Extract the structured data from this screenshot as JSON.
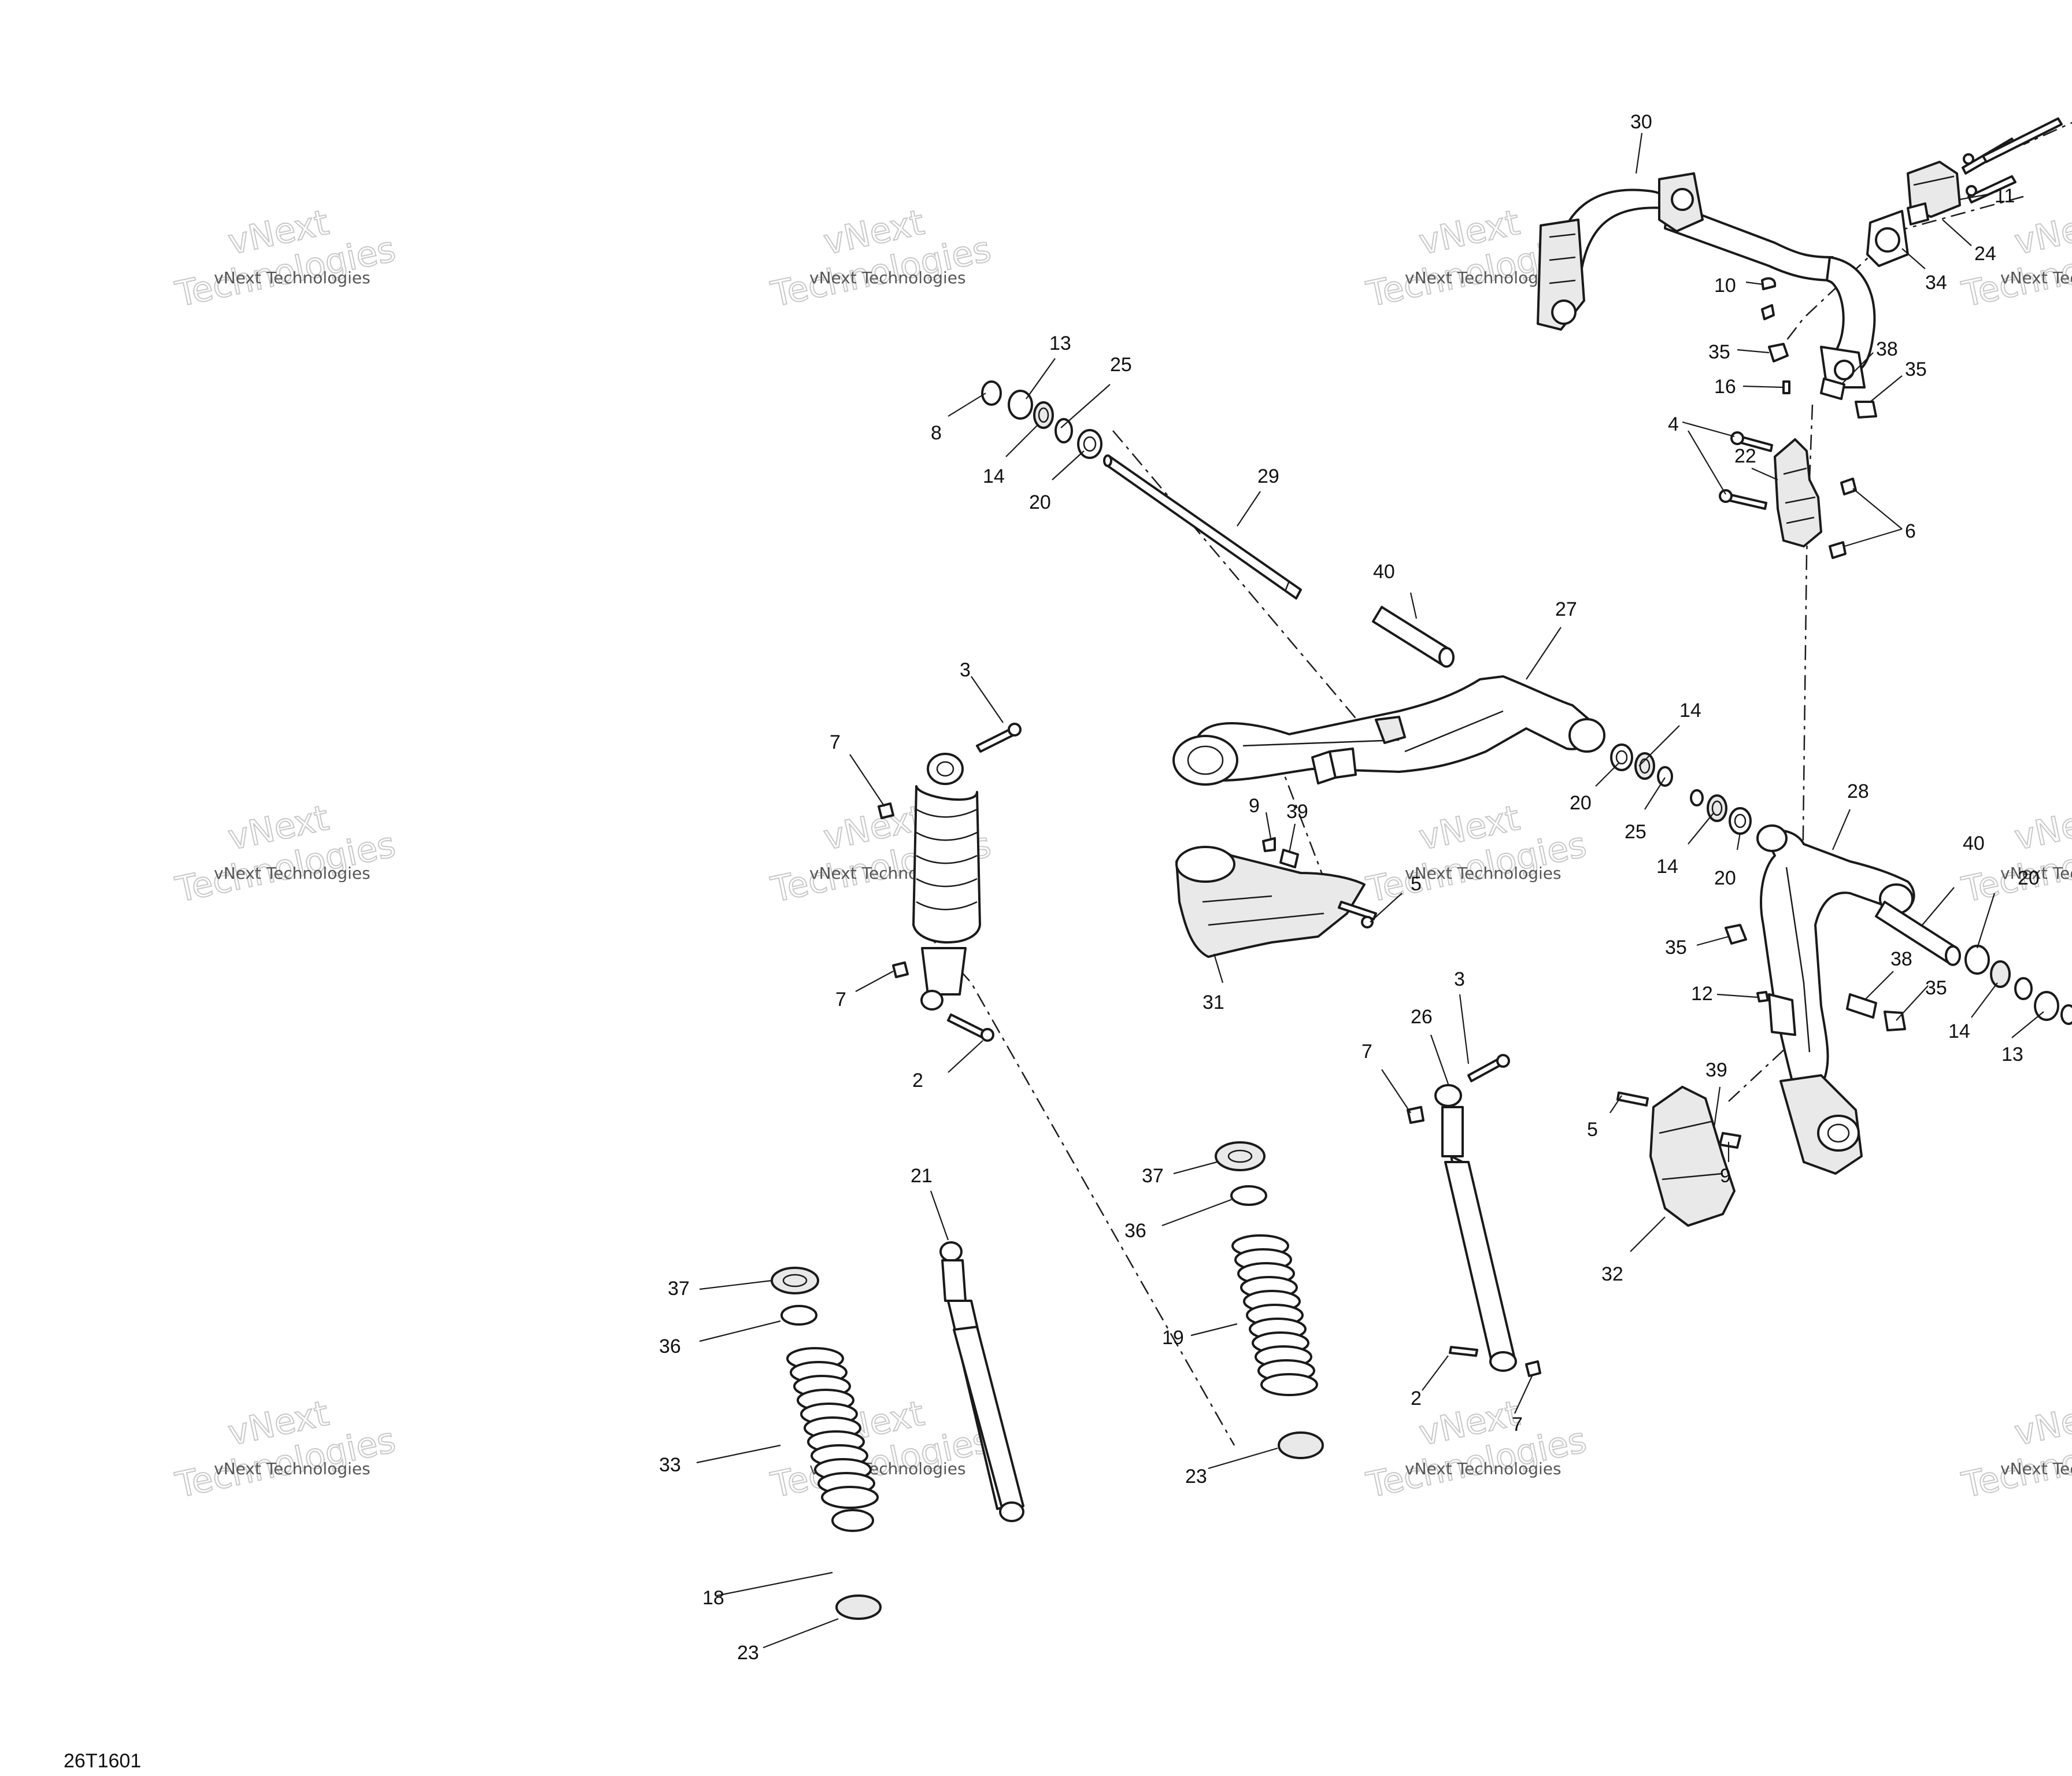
{
  "drawing_ref": "26T1601",
  "watermark": {
    "line_small": "vNext Technologies",
    "line_large_1": "vNext",
    "line_large_2": "Technologies",
    "color": "#c8c8c8"
  },
  "callouts": [
    {
      "id": "c30a",
      "label": "30"
    },
    {
      "id": "c11",
      "label": "11"
    },
    {
      "id": "c24",
      "label": "24"
    },
    {
      "id": "c34",
      "label": "34"
    },
    {
      "id": "c10",
      "label": "10"
    },
    {
      "id": "c35a",
      "label": "35"
    },
    {
      "id": "c38a",
      "label": "38"
    },
    {
      "id": "c35b",
      "label": "35"
    },
    {
      "id": "c16",
      "label": "16"
    },
    {
      "id": "c4",
      "label": "4"
    },
    {
      "id": "c22",
      "label": "22"
    },
    {
      "id": "c6",
      "label": "6"
    },
    {
      "id": "c13a",
      "label": "13"
    },
    {
      "id": "c25a",
      "label": "25"
    },
    {
      "id": "c8",
      "label": "8"
    },
    {
      "id": "c14a",
      "label": "14"
    },
    {
      "id": "c20a",
      "label": "20"
    },
    {
      "id": "c29",
      "label": "29"
    },
    {
      "id": "c40a",
      "label": "40"
    },
    {
      "id": "c27",
      "label": "27"
    },
    {
      "id": "c14b",
      "label": "14"
    },
    {
      "id": "c20b",
      "label": "20"
    },
    {
      "id": "c25b",
      "label": "25"
    },
    {
      "id": "c14c",
      "label": "14"
    },
    {
      "id": "c20c",
      "label": "20"
    },
    {
      "id": "c28",
      "label": "28"
    },
    {
      "id": "c40b",
      "label": "40"
    },
    {
      "id": "c20d",
      "label": "20"
    },
    {
      "id": "c3a",
      "label": "3"
    },
    {
      "id": "c7a",
      "label": "7"
    },
    {
      "id": "c9a",
      "label": "9"
    },
    {
      "id": "c39a",
      "label": "39"
    },
    {
      "id": "c5a",
      "label": "5"
    },
    {
      "id": "c31",
      "label": "31"
    },
    {
      "id": "c7b",
      "label": "7"
    },
    {
      "id": "c2a",
      "label": "2"
    },
    {
      "id": "c35c",
      "label": "35"
    },
    {
      "id": "c12",
      "label": "12"
    },
    {
      "id": "c38b",
      "label": "38"
    },
    {
      "id": "c35d",
      "label": "35"
    },
    {
      "id": "c14d",
      "label": "14"
    },
    {
      "id": "c13b",
      "label": "13"
    },
    {
      "id": "c3b",
      "label": "3"
    },
    {
      "id": "c26",
      "label": "26"
    },
    {
      "id": "c7c",
      "label": "7"
    },
    {
      "id": "c39b",
      "label": "39"
    },
    {
      "id": "c5b",
      "label": "5"
    },
    {
      "id": "c9b",
      "label": "9"
    },
    {
      "id": "c32",
      "label": "32"
    },
    {
      "id": "c21",
      "label": "21"
    },
    {
      "id": "c37a",
      "label": "37"
    },
    {
      "id": "c36a",
      "label": "36"
    },
    {
      "id": "c33",
      "label": "33"
    },
    {
      "id": "c18",
      "label": "18"
    },
    {
      "id": "c23a",
      "label": "23"
    },
    {
      "id": "c37b",
      "label": "37"
    },
    {
      "id": "c36b",
      "label": "36"
    },
    {
      "id": "c19",
      "label": "19"
    },
    {
      "id": "c23b",
      "label": "23"
    },
    {
      "id": "c2b",
      "label": "2"
    },
    {
      "id": "c7d",
      "label": "7"
    }
  ]
}
